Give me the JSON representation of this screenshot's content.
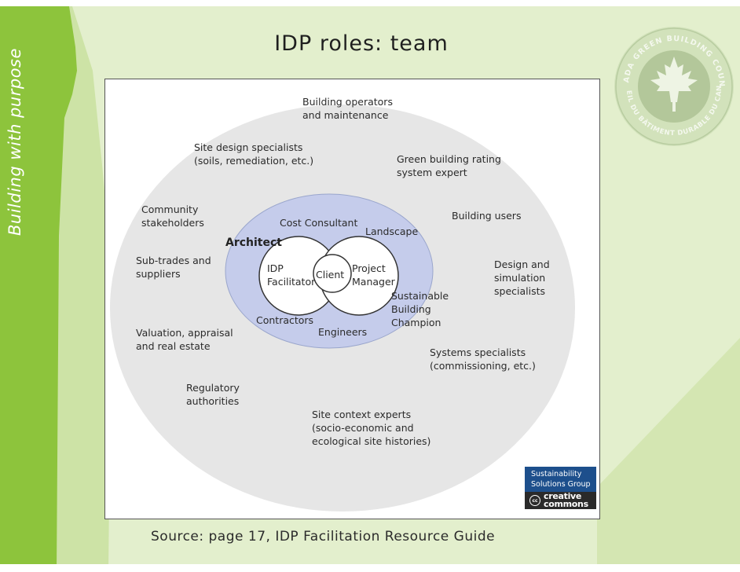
{
  "slide": {
    "side_text": "Building with purpose",
    "title": "IDP roles: team",
    "source": "Source: page 17, IDP Facilitation Resource Guide",
    "colors": {
      "left_band": "#8dc43c",
      "pale_green": "#e3efcd",
      "light_green": "#cde3a6",
      "outer_ellipse": "#e6e6e6",
      "inner_ellipse": "#c5cceb"
    }
  },
  "logo": {
    "name": "Canada Green Building Council seal",
    "outer_text": "CANADA GREEN BUILDING COUNCIL",
    "inner_text": "CONSEIL DU BÂTIMENT DURABLE DU CANADA",
    "icon": "maple-leaf-icon"
  },
  "diagram": {
    "core": [
      "IDP\nFacilitator",
      "Client",
      "Project\nManager"
    ],
    "inner_ring": {
      "architect": "Architect",
      "cost_consultant": "Cost Consultant",
      "landscape": "Landscape",
      "contractors": "Contractors",
      "engineers": "Engineers"
    },
    "outer_ring": {
      "building_operators": "Building operators\nand maintenance",
      "site_design": "Site design specialists\n(soils, remediation, etc.)",
      "green_rating": "Green building rating\nsystem expert",
      "community": "Community\nstakeholders",
      "building_users": "Building users",
      "sub_trades": "Sub-trades and\nsuppliers",
      "design_simulation": "Design and\nsimulation\nspecialists",
      "sustainable_champion": "Sustainable\nBuilding\nChampion",
      "valuation": "Valuation, appraisal\nand real estate",
      "systems": "Systems specialists\n(commissioning, etc.)",
      "regulatory": "Regulatory\nauthorities",
      "site_context": "Site context experts\n(socio-economic and\necological site histories)"
    },
    "credits": {
      "ssg": "Sustainability\nSolutions Group",
      "cc_mark": "cc",
      "cc_text": "creative\ncommons"
    }
  }
}
